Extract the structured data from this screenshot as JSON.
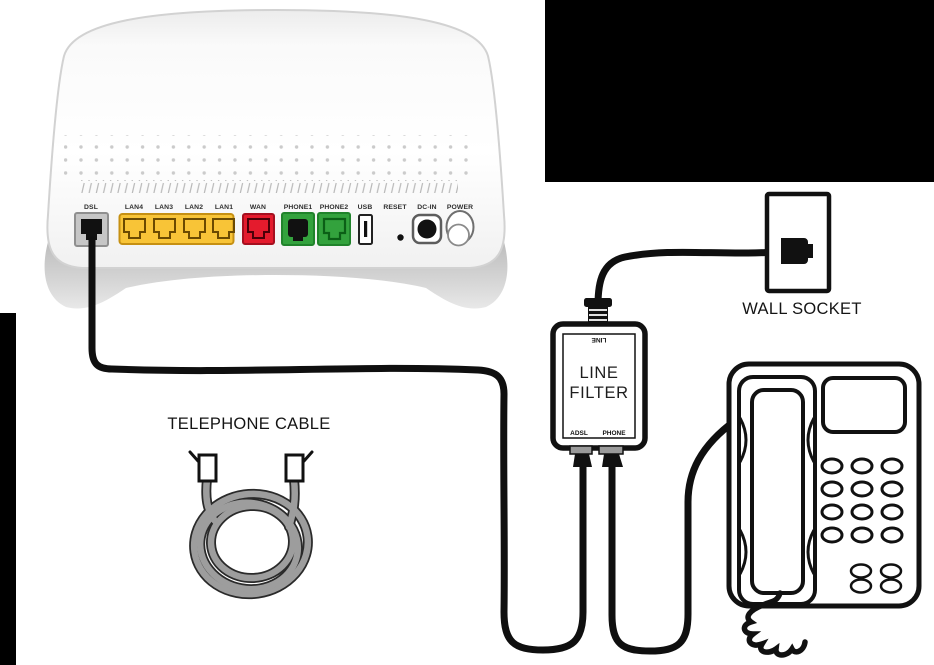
{
  "diagram": {
    "telephone_cable_label": "TELEPHONE CABLE",
    "wall_socket_label": "WALL SOCKET"
  },
  "line_filter": {
    "top_port_label": "LINE",
    "title_line1": "LINE",
    "title_line2": "FILTER",
    "bottom_left_port_label": "ADSL",
    "bottom_right_port_label": "PHONE"
  },
  "router": {
    "ports": [
      {
        "id": "dsl",
        "label": "DSL"
      },
      {
        "id": "lan4",
        "label": "LAN4"
      },
      {
        "id": "lan3",
        "label": "LAN3"
      },
      {
        "id": "lan2",
        "label": "LAN2"
      },
      {
        "id": "lan1",
        "label": "LAN1"
      },
      {
        "id": "wan",
        "label": "WAN"
      },
      {
        "id": "phone1",
        "label": "PHONE1"
      },
      {
        "id": "phone2",
        "label": "PHONE2"
      },
      {
        "id": "usb",
        "label": "USB"
      },
      {
        "id": "reset",
        "label": "RESET"
      },
      {
        "id": "dcin",
        "label": "DC-IN"
      },
      {
        "id": "power",
        "label": "POWER"
      }
    ]
  },
  "colors": {
    "lan_port": "#F8C437",
    "wan_port": "#E41B2D",
    "phone_port": "#33A23D",
    "dsl_port": "#C6C6C6",
    "cable": "#0F0F0F",
    "coil_cable": "#9D9D9D",
    "redaction": "#000000"
  }
}
